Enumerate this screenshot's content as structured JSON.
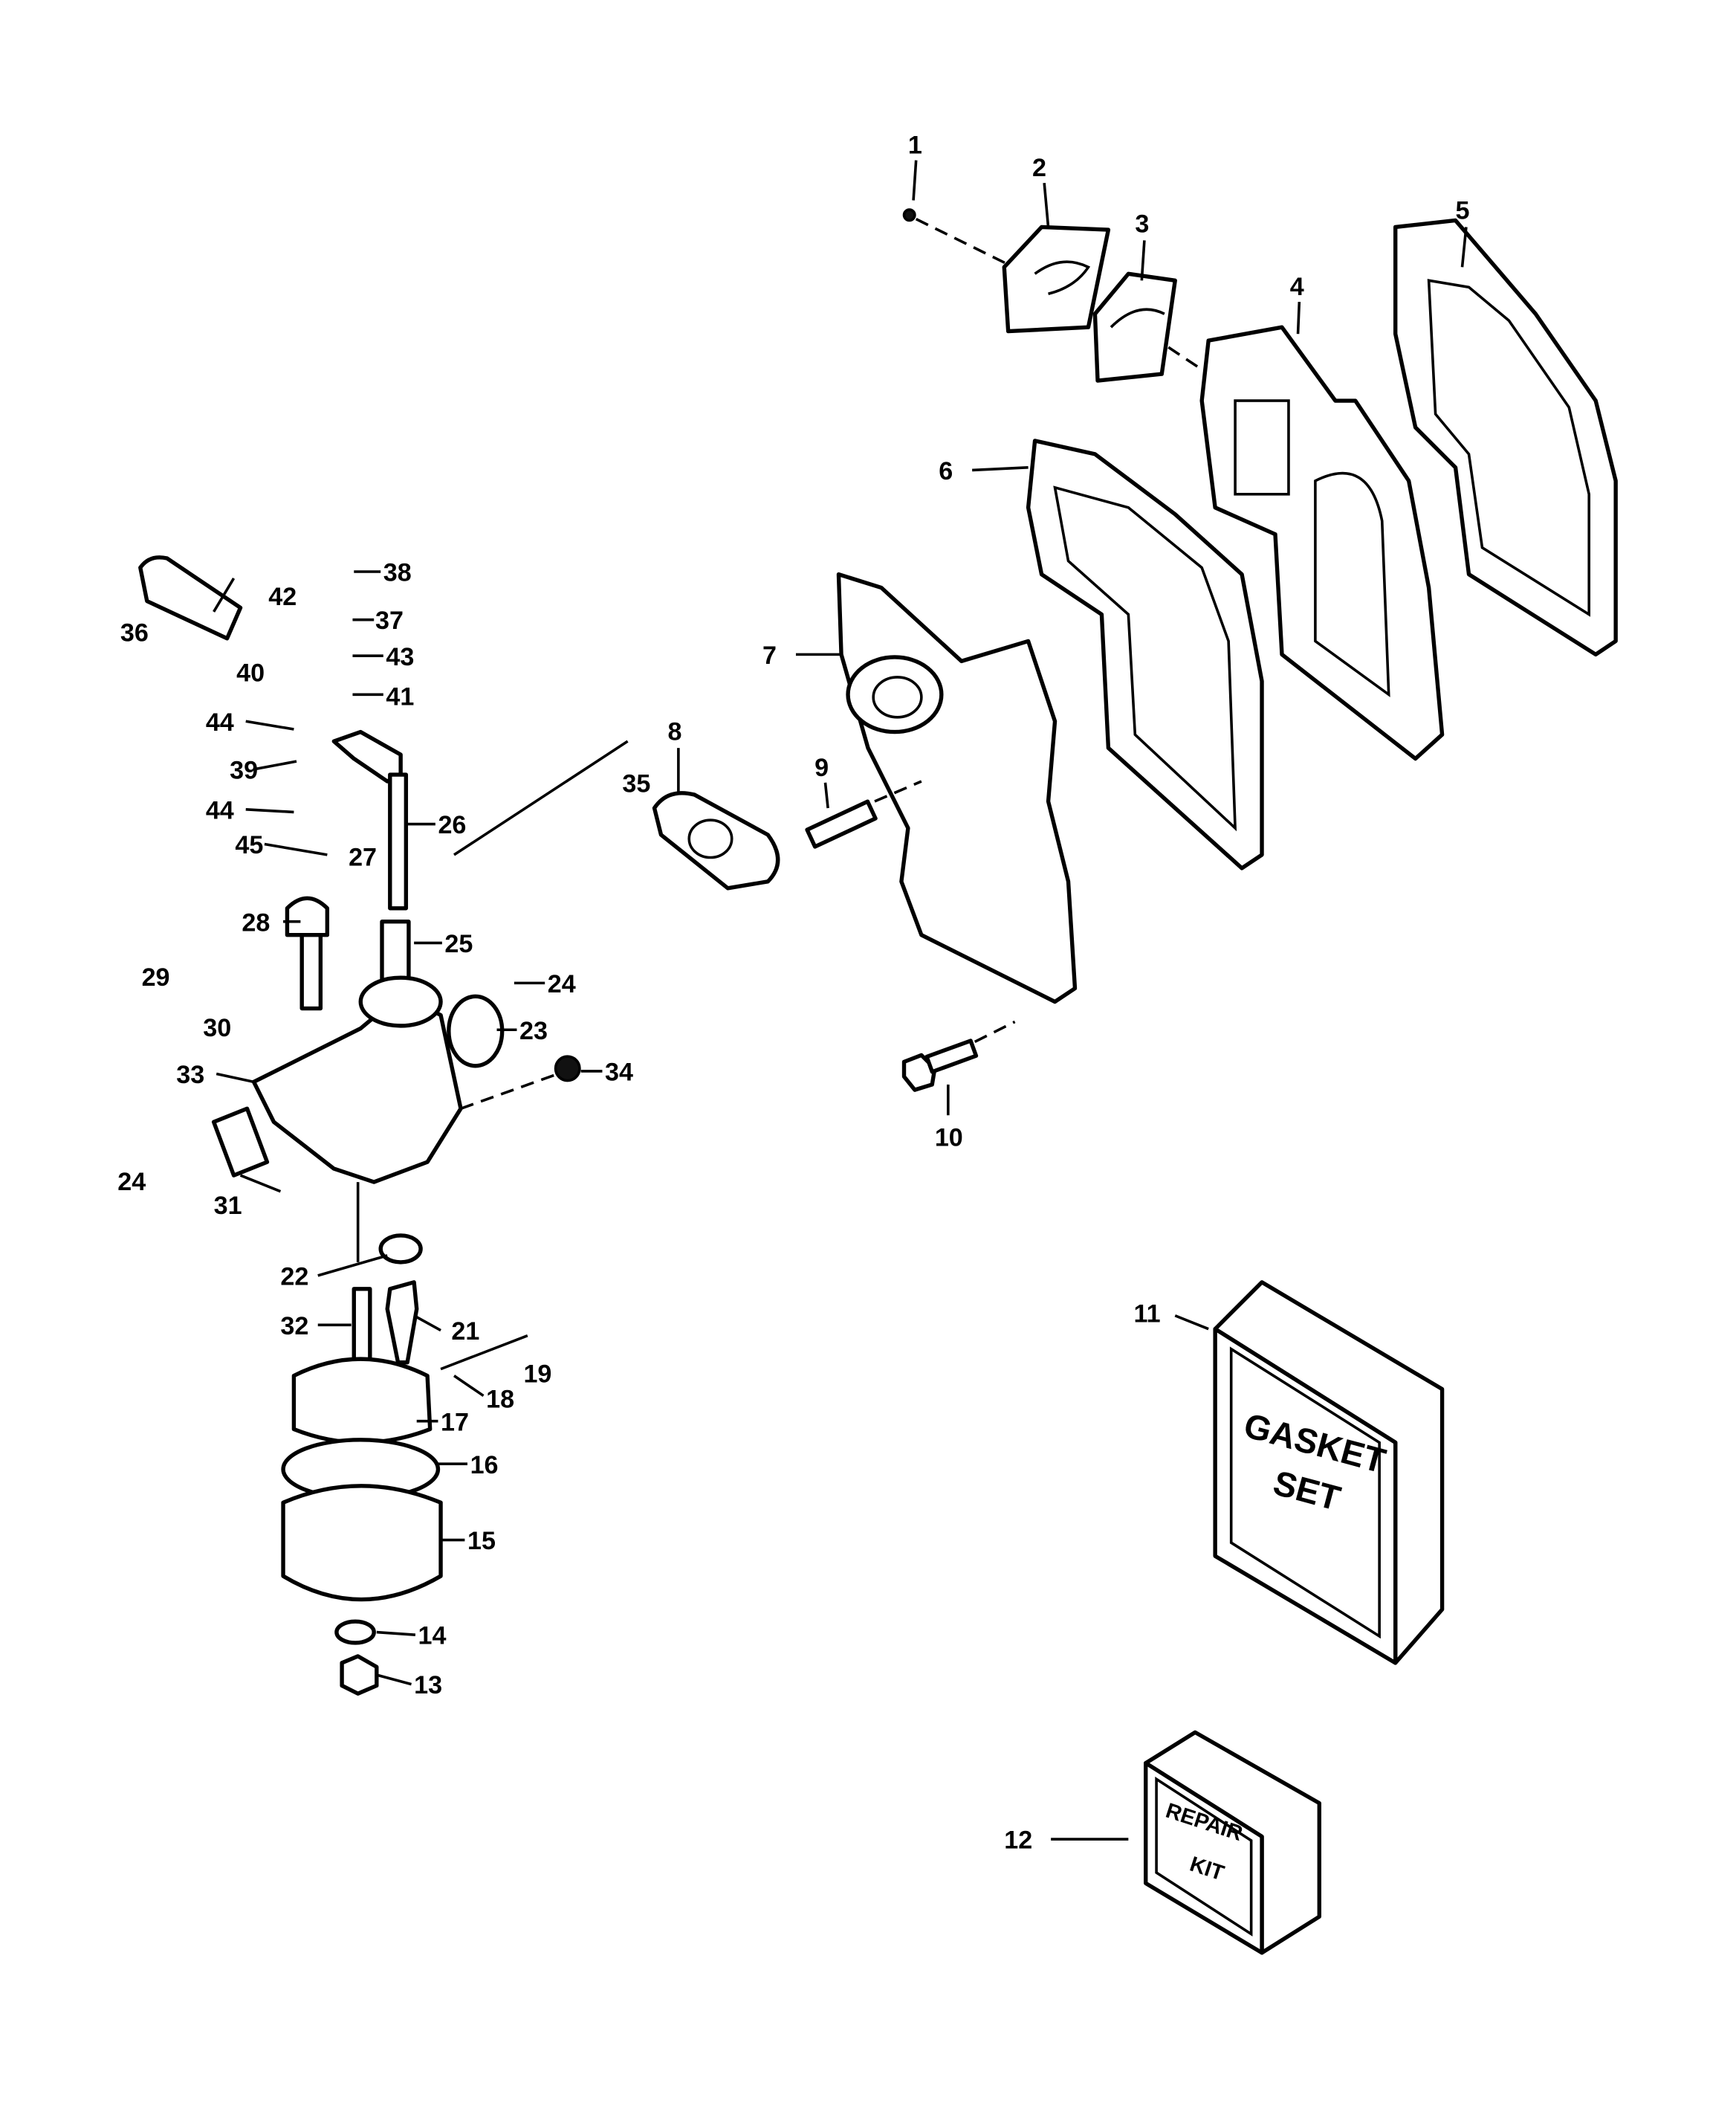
{
  "diagram": {
    "type": "exploded parts diagram",
    "callouts": {
      "c1": "1",
      "c2": "2",
      "c3": "3",
      "c4": "4",
      "c5": "5",
      "c6": "6",
      "c7": "7",
      "c8": "8",
      "c9": "9",
      "c10": "10",
      "c11": "11",
      "c12": "12",
      "c13": "13",
      "c14": "14",
      "c15": "15",
      "c16": "16",
      "c17": "17",
      "c18": "18",
      "c19": "19",
      "c21": "21",
      "c22": "22",
      "c23": "23",
      "c24a": "24",
      "c24b": "24",
      "c25": "25",
      "c26": "26",
      "c27": "27",
      "c28": "28",
      "c29": "29",
      "c30": "30",
      "c31": "31",
      "c32": "32",
      "c33": "33",
      "c34": "34",
      "c35": "35",
      "c36": "36",
      "c37": "37",
      "c38": "38",
      "c39": "39",
      "c40": "40",
      "c41": "41",
      "c42": "42",
      "c43": "43",
      "c44a": "44",
      "c44b": "44",
      "c45": "45"
    },
    "gasket_set_box": {
      "line1": "GASKET",
      "line2": "SET"
    },
    "repair_kit_box": {
      "line1": "REPAIR",
      "line2": "KIT"
    }
  }
}
